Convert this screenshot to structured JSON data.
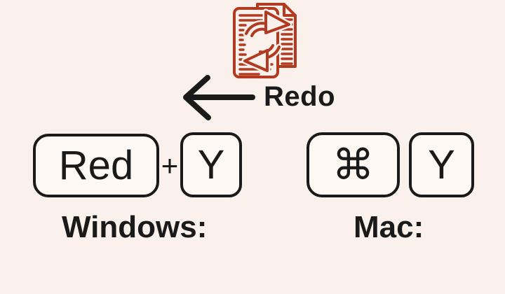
{
  "callout": {
    "label": "Redo",
    "arrow_icon": "arrow-left-icon"
  },
  "hero": {
    "icon": "documents-redo-sync-icon",
    "icon_color": "#b13a20"
  },
  "windows": {
    "label": "Windows:",
    "key1": "Red",
    "plus": "+",
    "key2": "Y"
  },
  "mac": {
    "label": "Mac:",
    "key1": "⌘",
    "key2": "Y"
  },
  "colors": {
    "background": "#faf1ec",
    "ink": "#1a1a1a",
    "accent": "#b13a20",
    "key_fill": "#fdf8f4"
  }
}
